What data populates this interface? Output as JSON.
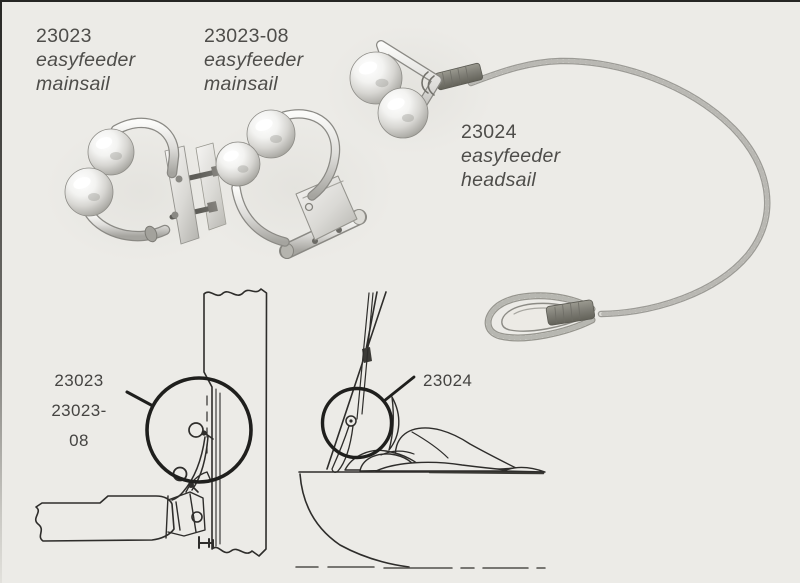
{
  "page": {
    "background_color": "#ecebe7",
    "line_color": "#2e2d2b",
    "text_color": "#4e4d4a"
  },
  "products": [
    {
      "code": "23023",
      "name": [
        "easyfeeder",
        "mainsail"
      ]
    },
    {
      "code": "23023-08",
      "name": [
        "easyfeeder",
        "mainsail"
      ]
    },
    {
      "code": "23024",
      "name": [
        "easyfeeder",
        "headsail"
      ]
    }
  ],
  "installation_callouts": {
    "mainsail": [
      "23023",
      "23023-08"
    ],
    "headsail": [
      "23024"
    ]
  }
}
